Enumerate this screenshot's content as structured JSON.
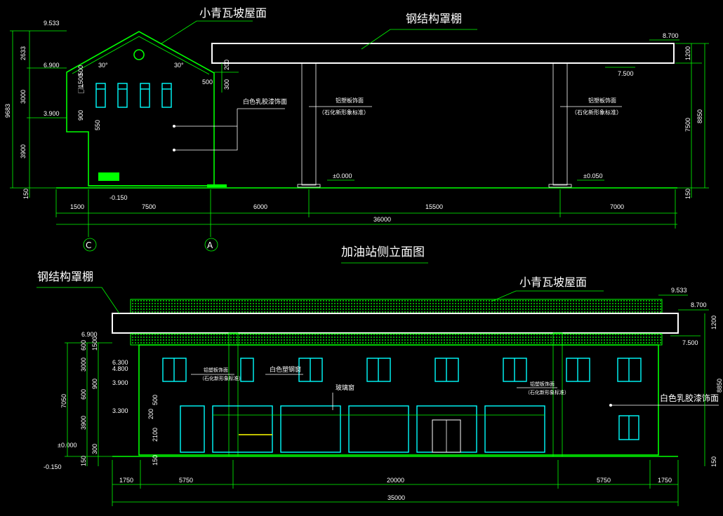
{
  "colors": {
    "background": "#000000",
    "lines": "#00ff00",
    "canopy": "#ffffff",
    "windows": "#00ffff",
    "text": "#ffffff"
  },
  "top": {
    "roof_label": "小青瓦坡屋面",
    "canopy_label": "钢结构罩棚",
    "wall_label": "白色乳胶漆饰面",
    "panel_left_1": "铝塑板饰面",
    "panel_left_2": "（石化新形象标准）",
    "panel_right_1": "铝塑板饰面",
    "panel_right_2": "（石化新形象标准）",
    "elev_9533": "9.533",
    "elev_6900": "6.900",
    "elev_3900": "3.900",
    "elev_m0150": "-0.150",
    "elev_8700": "8.700",
    "elev_7500": "7.500",
    "elev_pm0000": "±0.000",
    "elev_pm0050": "±0.050",
    "left_dims": [
      "2633",
      "3000",
      "3900",
      "150"
    ],
    "left_total": "9683",
    "angle_1": "30°",
    "angle_2": "30°",
    "dim_1500_v": "1500",
    "dim_900_v": "900",
    "dim_550": "550",
    "dim_500": "500",
    "dim_200": "200",
    "dim_300": "300",
    "dim_500b": "500",
    "right_dims": [
      "1200",
      "7500",
      "150"
    ],
    "right_total": "8850",
    "bottom_dims": [
      "1500",
      "7500",
      "6000",
      "15500",
      "7000"
    ],
    "bottom_total": "36000",
    "axis_c": "C",
    "axis_a": "A"
  },
  "section_title": "加油站侧立面图",
  "bottom": {
    "canopy_label": "钢结构罩棚",
    "roof_label": "小青瓦坡屋面",
    "wall_label": "白色乳胶漆饰面",
    "window_label": "白色塑钢窗",
    "glass_label": "玻璃窗",
    "panel_left_1": "铝塑板饰面",
    "panel_left_2": "（石化新形象标准）",
    "panel_right_1": "铝塑板饰面",
    "panel_right_2": "（石化新形象标准）",
    "elev_9533": "9.533",
    "elev_8700": "8.700",
    "elev_7500": "7.500",
    "elev_6900": "6.900",
    "elev_6300": "6.300",
    "elev_4800": "4.800",
    "elev_3900": "3.900",
    "elev_3300": "3.300",
    "elev_pm0000": "±0.000",
    "elev_m0150": "-0.150",
    "left_inner": [
      "600",
      "3000",
      "1500",
      "900",
      "600",
      "3900",
      "300",
      "150"
    ],
    "left_total": "7050",
    "col_dims": [
      "500",
      "200",
      "2100",
      "150"
    ],
    "right_dims": [
      "1200",
      "150"
    ],
    "right_total": "8850",
    "bottom_dims": [
      "1750",
      "5750",
      "20000",
      "5750",
      "1750"
    ],
    "bottom_total": "35000"
  }
}
